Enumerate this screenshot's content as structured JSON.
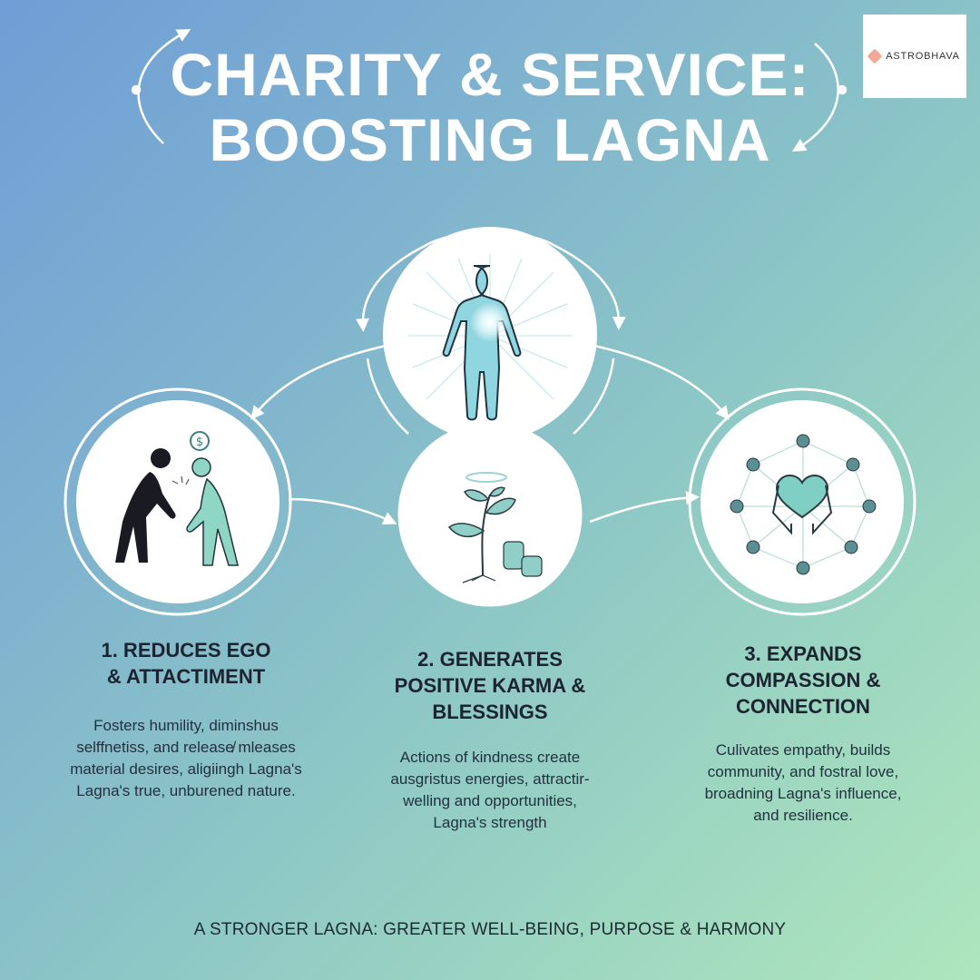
{
  "header": {
    "title_line1": "CHARITY & SERVICE:",
    "title_line2": "BOOSTING LAGNA"
  },
  "logo": {
    "text": "ASTROBHAVA",
    "icon": "diamond-logo-icon",
    "color": "#ec9a86"
  },
  "colors": {
    "accent": "#7fcfc4",
    "figure_fill": "#8fd6e0",
    "dark": "#1b2430",
    "white": "#ffffff"
  },
  "center_icon": "glowing-person-icon",
  "columns": [
    {
      "icon": "giving-hands-people-icon",
      "heading_line1": "1. REDUCES EGO",
      "heading_line2": "& ATTACTIMENT",
      "body": [
        "Fosters humility, diminshus",
        "selffnetiss, and release̸ mleases",
        "material desires, aligiingh Lagna's",
        "Lagna's true, unburened nature."
      ]
    },
    {
      "icon": "sprout-coins-icon",
      "heading_line1": "2. GENERATES",
      "heading_line2": "POSITIVE KARMA &",
      "heading_line3": "BLESSINGS",
      "body": [
        "Actions of kindness create",
        "ausgristus energies, attractir-",
        "welling and opportunities,",
        "Lagna's strength"
      ]
    },
    {
      "icon": "heart-hands-network-icon",
      "heading_line1": "3. EXPANDS",
      "heading_line2": "COMPASSION &",
      "heading_line3": "CONNECTION",
      "body": [
        "Culivates empathy, builds",
        "community, and fostral love,",
        "broadning Lagna's influence,",
        "and resilience."
      ]
    }
  ],
  "footer": {
    "text": "A STRONGER LAGNA: GREATER WELL-BEING, PURPOSE & HARMONY"
  }
}
